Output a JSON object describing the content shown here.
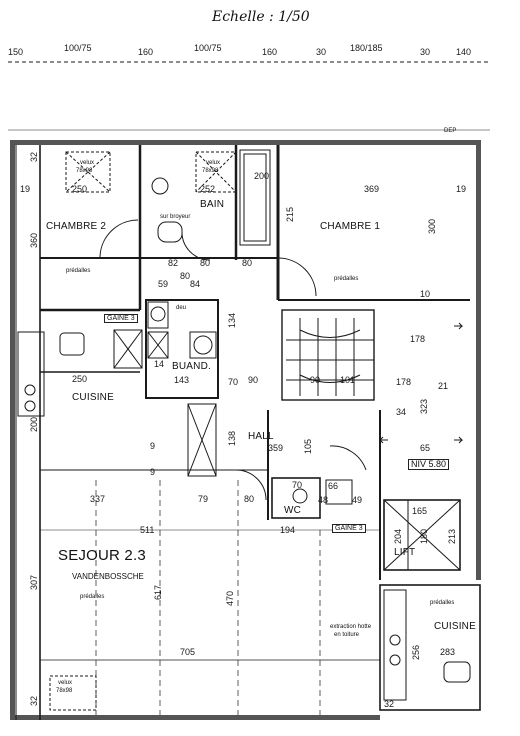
{
  "title": "Echelle : 1/50",
  "top_dimensions": [
    "150",
    "100/75",
    "160",
    "100/75",
    "160",
    "30",
    "180/185",
    "30",
    "140"
  ],
  "rooms": {
    "chambre2": "CHAMBRE 2",
    "bain": "BAIN",
    "chambre1": "CHAMBRE 1",
    "cuisine": "CUISINE",
    "buand": "BUAND.",
    "hall": "HALL",
    "wc": "WC",
    "lift": "LIFT",
    "sejour": "SEJOUR 2.3",
    "sejour_owner": "VANDENBOSSCHE",
    "cuisine_right": "CUISINE"
  },
  "notes": {
    "velux": "velux",
    "velux_size": "78x98",
    "predalles": "prédalles",
    "predalles2": "prédalles",
    "predalles3": "prédalles",
    "predalles4": "prédalles",
    "sur_broyeur": "sur broyeur",
    "gaine": "GAINE 3",
    "gaine2": "GAINE 3",
    "niv": "NIV",
    "niv_value": "5.80",
    "extraction": "extraction hotte",
    "extraction2": "en toiture",
    "dep": "DEP",
    "deu": "deu"
  },
  "dims": {
    "d250": "250",
    "d252": "252",
    "d200": "200",
    "d369": "369",
    "d360": "360",
    "d215": "215",
    "d300": "300",
    "d82": "82",
    "d80a": "80",
    "d80b": "80",
    "d80c": "80",
    "d59": "59",
    "d84": "84",
    "d134": "134",
    "d250b": "250",
    "d143": "143",
    "d14": "14",
    "d70": "70",
    "d90a": "90",
    "d90b": "90",
    "d101": "101",
    "d178": "178",
    "d178b": "178",
    "d19a": "19",
    "d19b": "19",
    "d9a": "9",
    "d9b": "9",
    "d138": "138",
    "d359": "359",
    "d105": "105",
    "d65": "65",
    "d337": "337",
    "d79": "79",
    "d80d": "80",
    "d70b": "70",
    "d66": "66",
    "d48": "48",
    "d49": "49",
    "d511": "511",
    "d194": "194",
    "d165": "165",
    "d204": "204",
    "d180": "180",
    "d213": "213",
    "d617": "617",
    "d470": "470",
    "d705": "705",
    "d256": "283",
    "d256b": "256",
    "d32": "32",
    "d32b": "32",
    "d32c": "32",
    "d307": "307",
    "d10": "10",
    "d323": "323",
    "d34": "34",
    "d21": "21",
    "d200b": "200"
  }
}
